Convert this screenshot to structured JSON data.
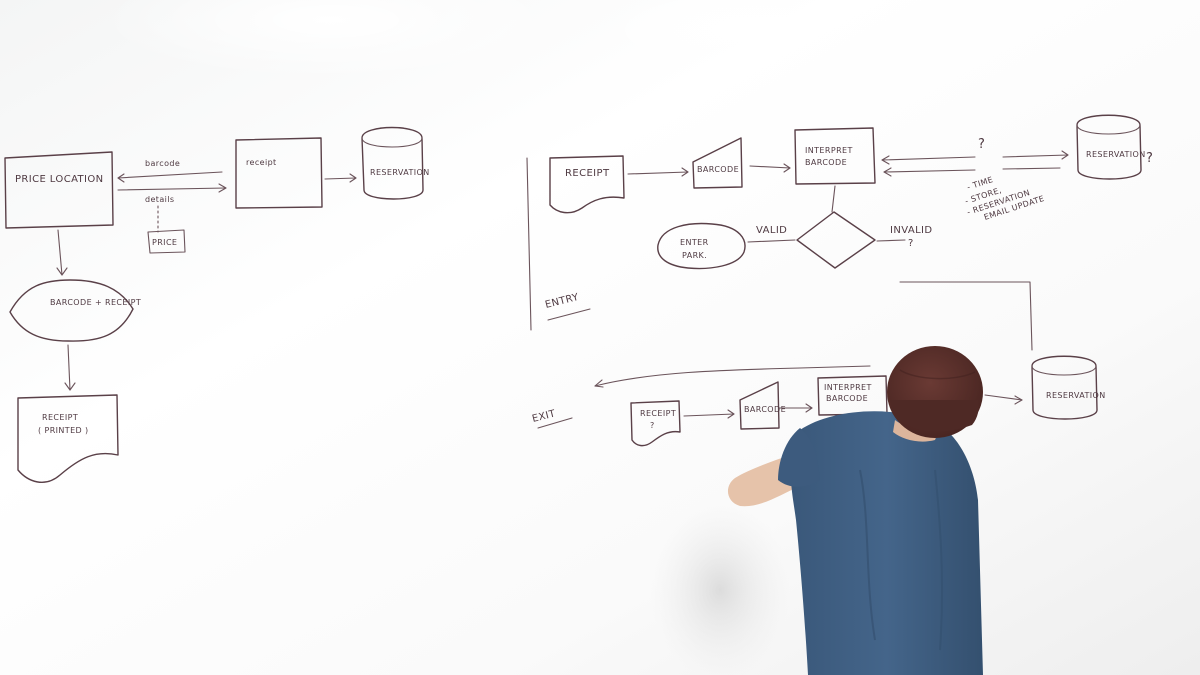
{
  "colors": {
    "board": "#fbfbfb",
    "ink": "#5a4048",
    "shirt": "#3e5d80",
    "beanie": "#5a2f2b",
    "skin": "#e8c7ae"
  },
  "left_flow": {
    "price_location": "PRICE LOCATION",
    "barcode_label": "barcode",
    "details_label": "details",
    "price": "PRICE",
    "receipt_box": "receipt",
    "reservation_db": "RESERVATION",
    "barcode_receipt": "BARCODE + RECEIPT",
    "receipt_printed_1": "RECEIPT",
    "receipt_printed_2": "( PRINTED )"
  },
  "entry_flow": {
    "receipt": "RECEIPT",
    "barcode": "BARCODE",
    "interpret_barcode_1": "INTERPRET",
    "interpret_barcode_2": "BARCODE",
    "question_mark": "?",
    "reservation": "RESERVATION",
    "reservation_q": "?",
    "notes_1": "- TIME",
    "notes_2": "- STORE,",
    "notes_3": "- RESERVATION",
    "notes_4": "EMAIL UPDATE",
    "enter_park_1": "ENTER",
    "enter_park_2": "PARK.",
    "valid": "VALID",
    "invalid": "INVALID",
    "invalid_q": "?",
    "entry_label": "ENTRY"
  },
  "exit_flow": {
    "exit_label": "EXIT",
    "receipt_1": "RECEIPT",
    "receipt_2": "?",
    "barcode": "BARCODE",
    "interpret_barcode_1": "INTERPRET",
    "interpret_barcode_2": "BARCODE",
    "reservation": "RESERVATION"
  }
}
